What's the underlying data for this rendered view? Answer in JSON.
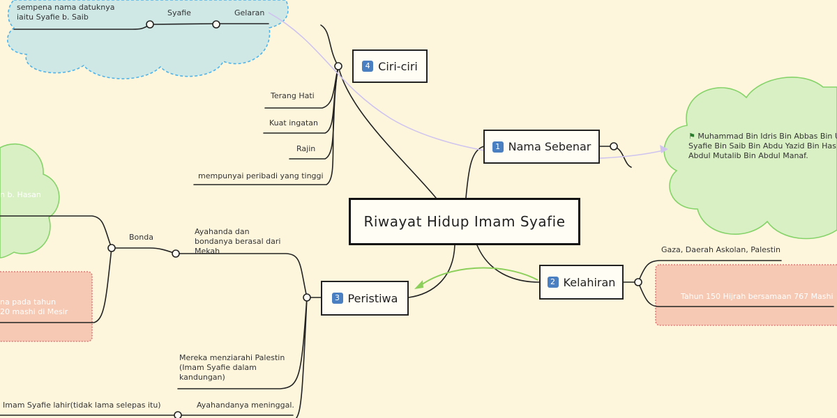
{
  "root": {
    "title": "Riwayat Hidup Imam Syafie"
  },
  "branches": {
    "nama": {
      "num": "1",
      "label": "Nama Sebenar"
    },
    "kelahiran": {
      "num": "2",
      "label": "Kelahiran"
    },
    "peristiwa": {
      "num": "3",
      "label": "Peristiwa"
    },
    "ciri": {
      "num": "4",
      "label": "Ciri-ciri"
    }
  },
  "ciri_items": [
    "Terang Hati",
    "Kuat ingatan",
    "Rajin",
    "mempunyai peribadi yang tinggi"
  ],
  "gelaran": {
    "label": "Gelaran",
    "sub": "Syafie",
    "note": "sempena nama datuknya iaitu Syafie b. Saib"
  },
  "nama_full": "Muhammad Bin Idris Bin Abbas Bin U... Syafie Bin Saib Bin Abdu Yazid Bin Has... Abdul Mutalib Bin Abdul Manaf.",
  "nama_lines": [
    "Muhammad Bin Idris Bin Abbas Bin U",
    "Syafie Bin Saib Bin Abdu Yazid Bin Has",
    "Abdul Mutalib Bin Abdul Manaf."
  ],
  "kelahiran_items": {
    "place": "Gaza, Daerah Askolan, Palestin",
    "time": "Tahun 150 Hijrah bersamaan 767 Mashi"
  },
  "peristiwa_items": {
    "parents": "Ayahanda dan bondanya berasal dari Mekah",
    "bonda": "Bonda",
    "visit": "Mereka menziarahi Palestin (Imam Syafie dalam kandungan)",
    "father": "Ayahandanya meninggal.",
    "born": "Imam Syafie lahir(tidak lama selepas itu)"
  },
  "left_partial": {
    "hasan": "n b. Hasan",
    "tahun_line1": "na pada tahun",
    "tahun_line2": "20 mashi di Mesir"
  },
  "colors": {
    "background": "#fdf6dd",
    "cloud_blue": "#cfe8e6",
    "cloud_green": "#d9f0c4",
    "pink_box": "#f5c9b3",
    "green_arrow": "#8ccf5a",
    "lavender_arrow": "#cfc4ee"
  }
}
